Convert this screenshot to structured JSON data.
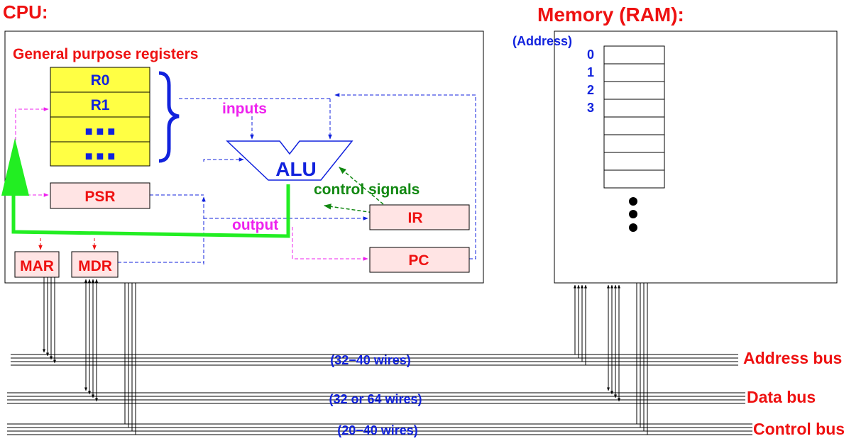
{
  "colors": {
    "title_red": "#ee1111",
    "blue": "#1122dd",
    "magenta": "#ee22ee",
    "green_signal": "#118811",
    "bus_green": "#22ee22",
    "register_fill": "#ffff44",
    "box_fill": "#ffe4e4"
  },
  "cpu": {
    "title": "CPU:",
    "gp_registers_label": "General purpose registers",
    "registers": [
      "R0",
      "R1",
      "■ ■ ■",
      "■ ■ ■"
    ],
    "psr": "PSR",
    "alu": "ALU",
    "ir": "IR",
    "pc": "PC",
    "mar": "MAR",
    "mdr": "MDR",
    "inputs_label": "inputs",
    "output_label": "output",
    "control_signals_label": "control signals"
  },
  "memory": {
    "title": "Memory (RAM):",
    "address_label": "(Address)",
    "addresses": [
      "0",
      "1",
      "2",
      "3"
    ]
  },
  "buses": {
    "address": {
      "name": "Address bus",
      "wires": "(32−40 wires)"
    },
    "data": {
      "name": "Data bus",
      "wires": "(32 or 64 wires)"
    },
    "control": {
      "name": "Control bus",
      "wires": "(20−40 wires)"
    }
  }
}
